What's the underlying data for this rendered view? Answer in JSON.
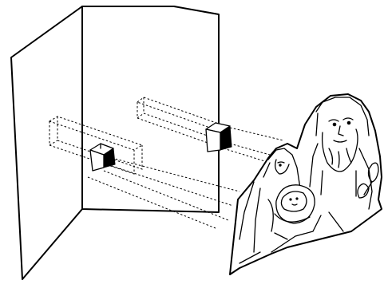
{
  "figure": {
    "kind": "line-drawing",
    "background_color": "#ffffff",
    "ink_color": "#000000",
    "contents": [
      "folding-panel",
      "two-mounting-brackets",
      "two-dashed-slot-guides",
      "nativity-cutout-card"
    ]
  }
}
